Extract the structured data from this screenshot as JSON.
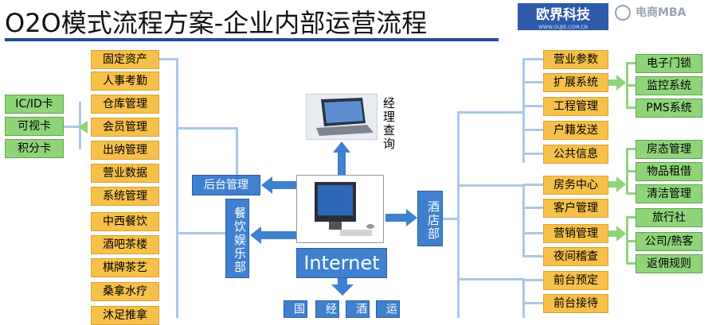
{
  "title": "O2O模式流程方案-企业内部运营流程",
  "brand": {
    "name": "欧界科技",
    "sub": "WWW.OUJIE.COM.CN"
  },
  "watermark": "电商MBA",
  "left_column": [
    "固定资产",
    "人事考勤",
    "仓库管理",
    "会员管理",
    "出纳管理",
    "营业数据",
    "系统管理",
    "中西餐饮",
    "酒吧茶楼",
    "棋牌茶艺",
    "桑拿水疗",
    "沐足推拿"
  ],
  "far_left": [
    "IC/ID卡",
    "可视卡",
    "积分卡"
  ],
  "backend": "后台管理",
  "catering": "餐饮娱乐部",
  "manager": "经理查询",
  "internet": "Internet",
  "hotel": "酒店部",
  "bottom_partial": [
    "国",
    "经",
    "酒",
    "运"
  ],
  "right_column": [
    "营业参数",
    "扩展系统",
    "工程管理",
    "户籍发送",
    "公共信息",
    "房务中心",
    "客户管理",
    "营销管理",
    "夜间稽查",
    "前台预定",
    "前台接待"
  ],
  "right_green": [
    "电子门锁",
    "监控系统",
    "PMS系统",
    "房态管理",
    "物品租借",
    "清洁管理",
    "旅行社",
    "公司/熟客",
    "返佣规则"
  ],
  "colors": {
    "orange": "#f6c04a",
    "green": "#90d47a",
    "blue": "#3f80cf",
    "connector": "#aac7ea"
  }
}
